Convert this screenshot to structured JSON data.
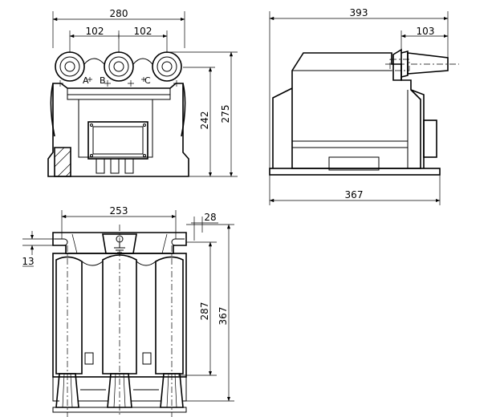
{
  "front_view": {
    "dims": {
      "overall_width": "280",
      "terminal_pitch_left": "102",
      "terminal_pitch_right": "102",
      "upper_height": "242",
      "overall_height": "275"
    },
    "terminal_labels": [
      "A",
      "B",
      "C"
    ]
  },
  "side_view": {
    "dims": {
      "overall_length": "393",
      "bushing_length": "103",
      "base_length": "367"
    }
  },
  "bottom_view": {
    "dims": {
      "mounting_width": "253",
      "flange_offset": "28",
      "slot_width": "13",
      "mounting_depth": "287",
      "overall_depth": "367"
    }
  }
}
